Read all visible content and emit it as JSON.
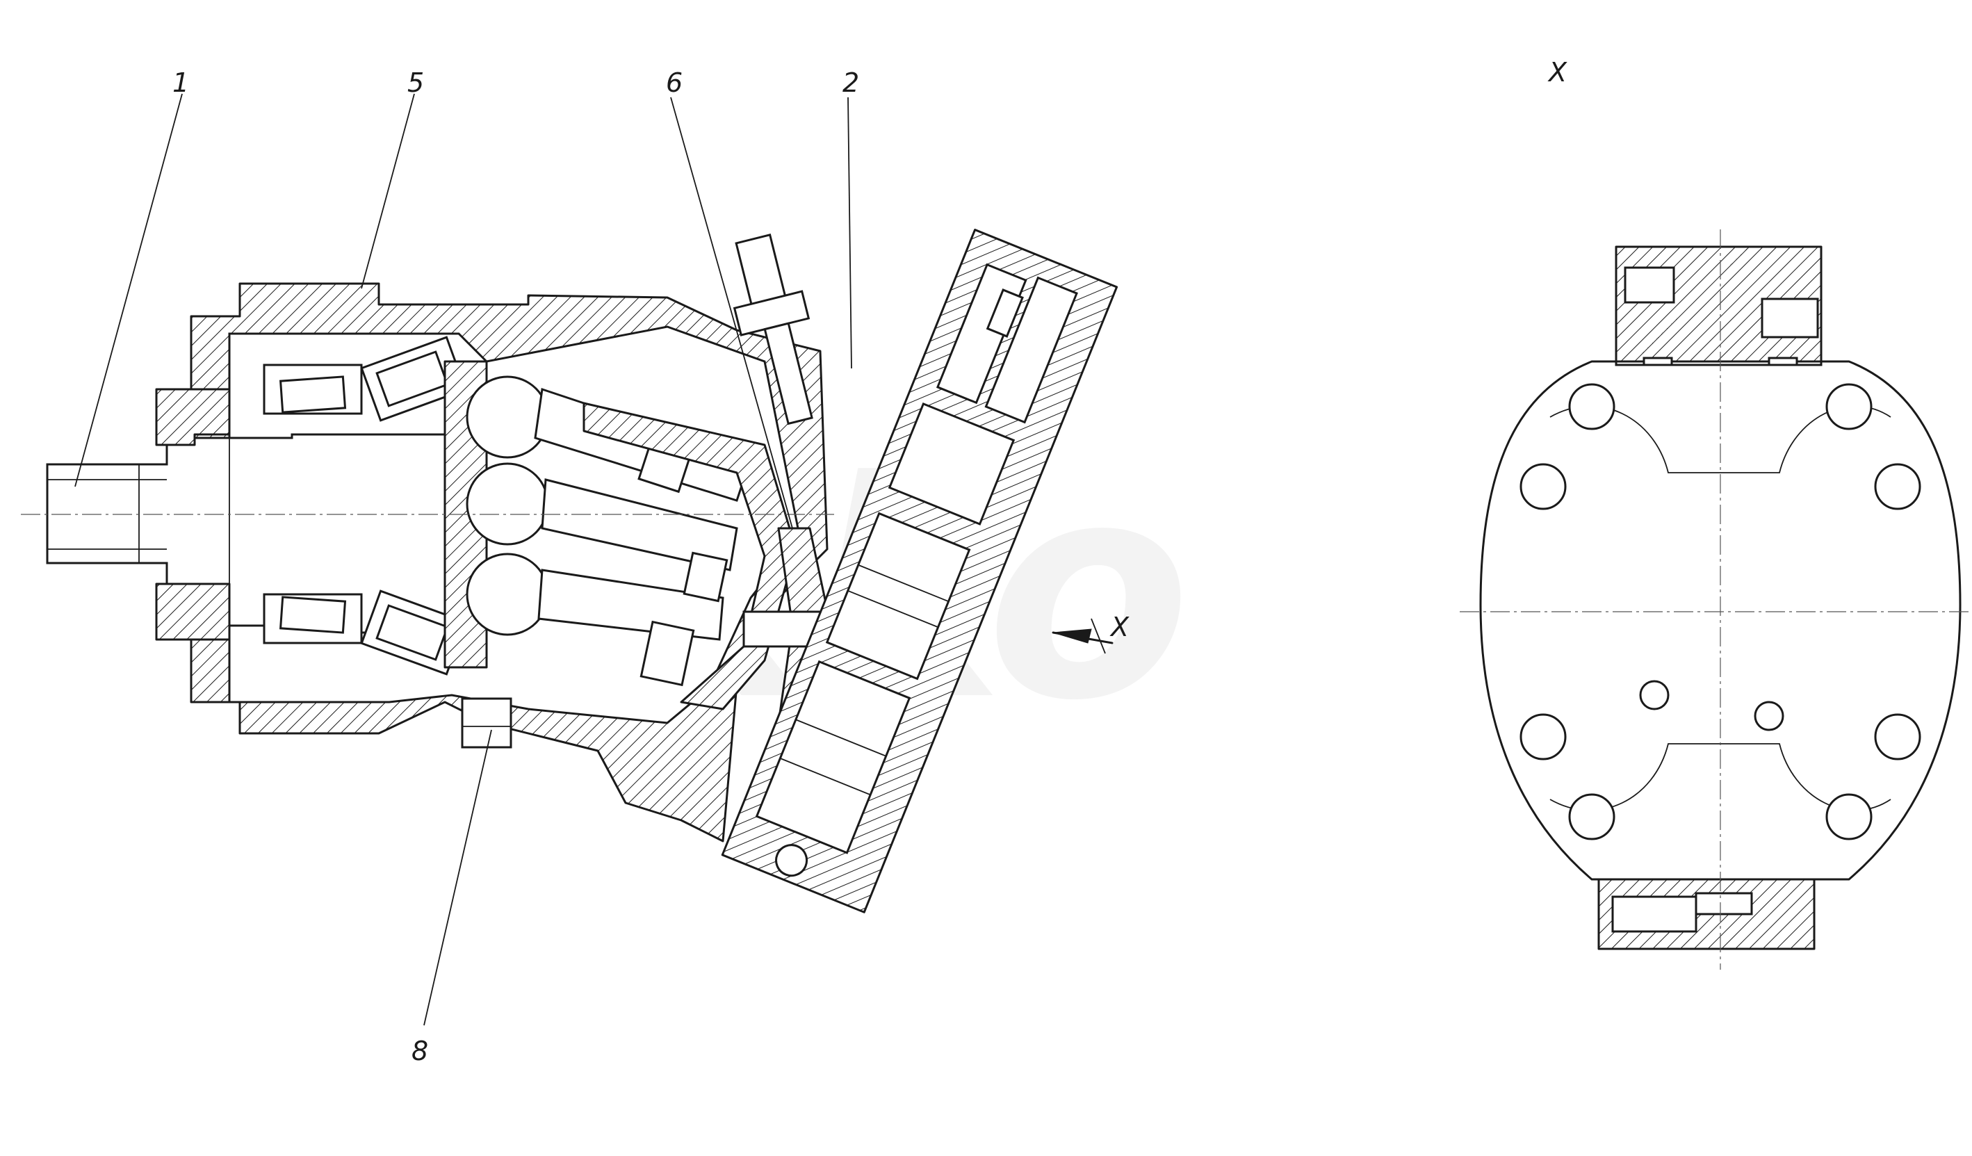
{
  "callouts": {
    "c1": "1",
    "c2": "2",
    "c5": "5",
    "c6": "6",
    "c8": "8"
  },
  "view": {
    "arrow_label": "X",
    "view_label": "X"
  },
  "watermark": "Wikko",
  "colors": {
    "line": "#1a1a1a",
    "background": "#ffffff"
  }
}
